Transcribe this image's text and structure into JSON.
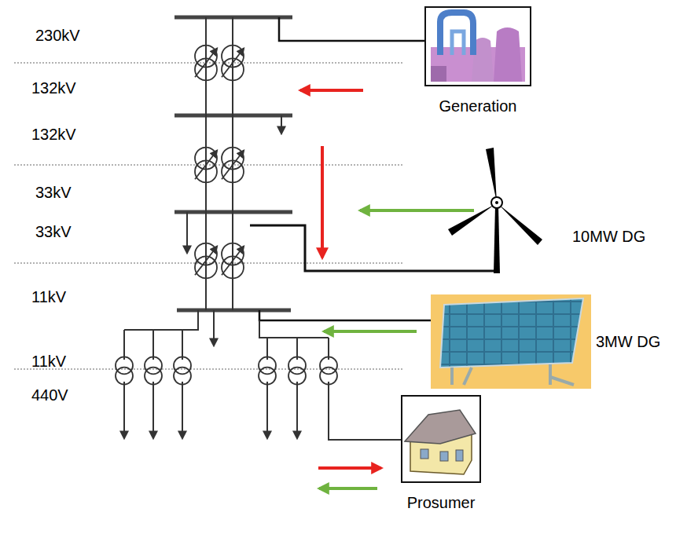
{
  "diagram": {
    "nodes": [
      {
        "text": [
          "Generation"
        ]
      },
      {
        "text": [
          "3MW DG"
        ]
      },
      {
        "text": [
          "Prosumer"
        ]
      }
    ],
    "labels": [
      "230kV",
      "132kV",
      "132kV",
      "33kV",
      "33kV",
      "11kV",
      "11kV",
      "440V",
      "10MW DG"
    ]
  }
}
